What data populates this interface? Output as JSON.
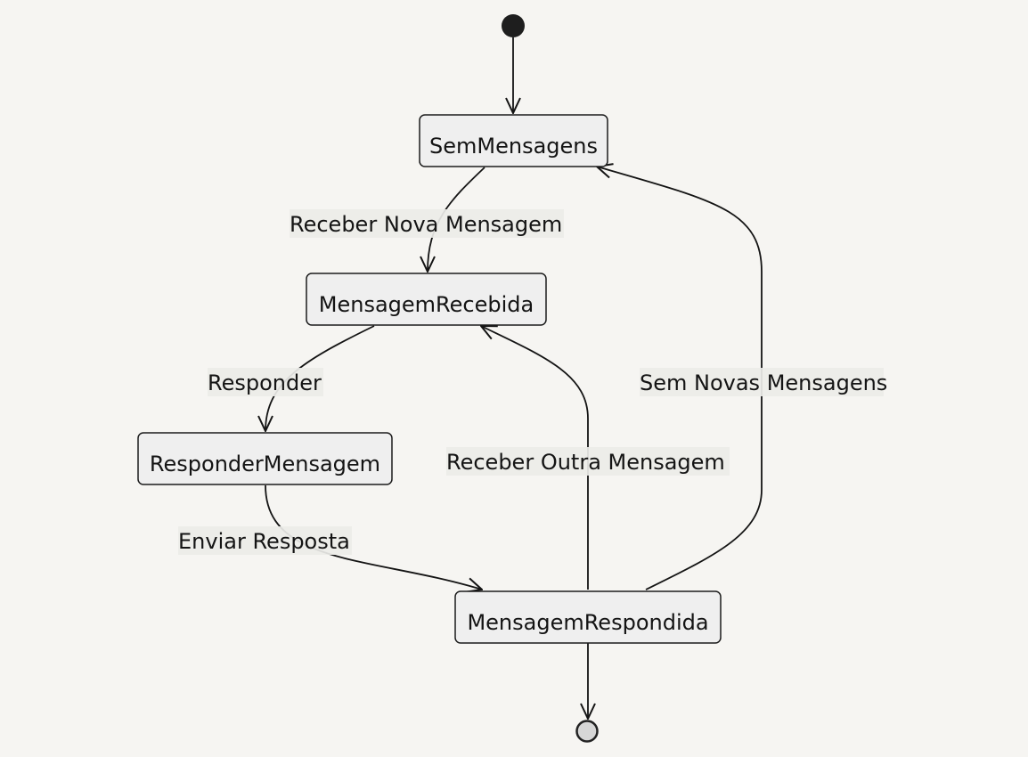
{
  "states": {
    "sem_mensagens": "SemMensagens",
    "mensagem_recebida": "MensagemRecebida",
    "responder_mensagem": "ResponderMensagem",
    "mensagem_respondida": "MensagemRespondida"
  },
  "transitions": {
    "receber_nova_mensagem": "Receber Nova Mensagem",
    "responder": "Responder",
    "enviar_resposta": "Enviar Resposta",
    "receber_outra_mensagem": "Receber Outra Mensagem",
    "sem_novas_mensagens": "Sem Novas Mensagens"
  }
}
